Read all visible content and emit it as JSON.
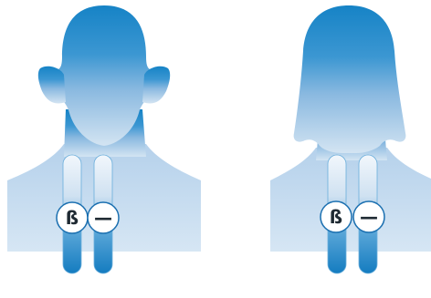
{
  "figures": [
    {
      "id": "male",
      "markers": [
        {
          "symbol": "ß"
        },
        {
          "symbol": "—"
        }
      ]
    },
    {
      "id": "female",
      "markers": [
        {
          "symbol": "ß"
        },
        {
          "symbol": "—"
        }
      ]
    }
  ],
  "colors": {
    "head_top": "#1a86c7",
    "body_light": "#c3d9ee",
    "tube_dark": "#1a7fc1",
    "tube_light": "#eef4fa",
    "marker_stroke": "#1a6fb0",
    "marker_text": "#1f2a33"
  }
}
